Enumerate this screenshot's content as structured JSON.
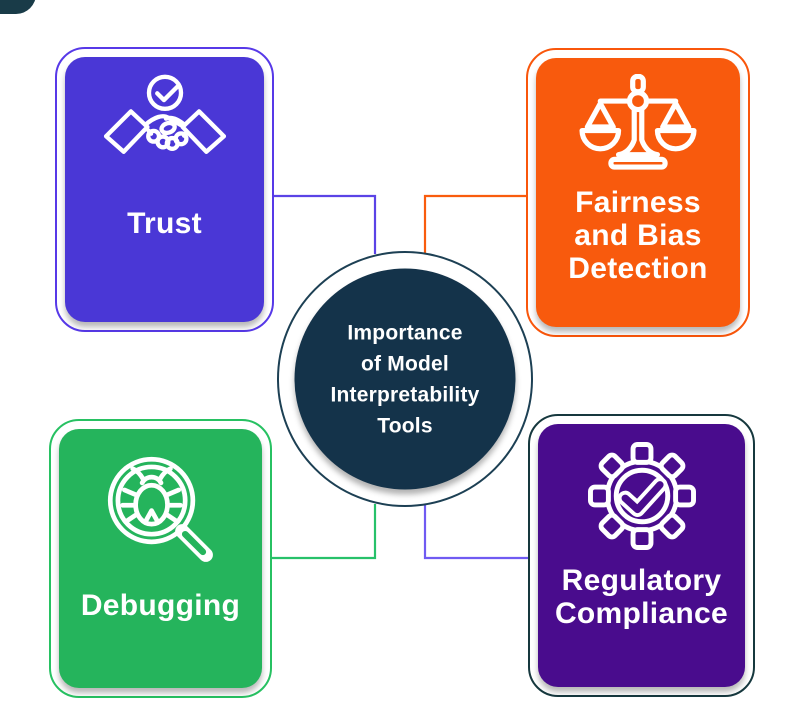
{
  "center": {
    "title_lines": [
      "Importance",
      "of Model",
      "Interpretability",
      "Tools"
    ],
    "fill": "#14334a",
    "ring": "#1d4054",
    "text_color": "#ffffff"
  },
  "cards": [
    {
      "id": "trust",
      "label_lines": [
        "Trust"
      ],
      "fill": "#4a37d6",
      "outline": "#5739e8",
      "icon": "handshake-check-icon"
    },
    {
      "id": "fairness",
      "label_lines": [
        "Fairness",
        "and Bias",
        "Detection"
      ],
      "fill": "#f85a0d",
      "outline": "#f9560b",
      "icon": "balance-scale-icon"
    },
    {
      "id": "debugging",
      "label_lines": [
        "Debugging"
      ],
      "fill": "#25b45c",
      "outline": "#27c162",
      "icon": "bug-magnifier-icon"
    },
    {
      "id": "regulatory",
      "label_lines": [
        "Regulatory",
        "Compliance"
      ],
      "fill": "#490c8d",
      "outline": "#16383e",
      "icon": "gear-check-icon"
    }
  ],
  "connectors": [
    {
      "target": "trust",
      "color": "#5b43e6"
    },
    {
      "target": "fairness",
      "color": "#f95c0d"
    },
    {
      "target": "debugging",
      "color": "#27c16a"
    },
    {
      "target": "regulatory",
      "color": "#705bf2"
    }
  ],
  "decoration": {
    "corner_color": "#193b48"
  },
  "icon_color": "#ffffff"
}
